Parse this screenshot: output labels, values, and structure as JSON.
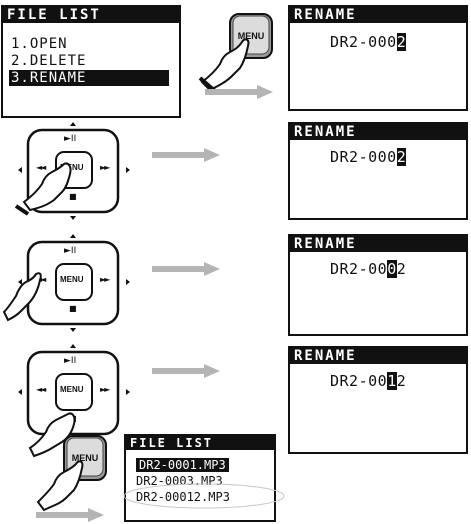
{
  "file_list_panel": {
    "title": "FILE LIST",
    "items": [
      "1.OPEN",
      "2.DELETE",
      "3.RENAME"
    ],
    "selected_index": 2
  },
  "menu_key_label": "MENU",
  "rename_panels": [
    {
      "title": "RENAME",
      "prefix": "DR2-000",
      "cursor": "2",
      "suffix": ""
    },
    {
      "title": "RENAME",
      "prefix": "DR2-000",
      "cursor": "2",
      "suffix": ""
    },
    {
      "title": "RENAME",
      "prefix": "DR2-00",
      "cursor": "0",
      "suffix": "2"
    },
    {
      "title": "RENAME",
      "prefix": "DR2-00",
      "cursor": "1",
      "suffix": "2"
    }
  ],
  "transport_pad": {
    "center_label": "MENU",
    "play_pause_glyph": "►II",
    "rewind_glyph": "◄◄",
    "forward_glyph": "►►",
    "stop_glyph": "■"
  },
  "result_list": {
    "title": "FILE LIST",
    "files": [
      "DR2-0001.MP3",
      "DR2-0003.MP3",
      "DR2-00012.MP3"
    ],
    "selected_index": 0
  },
  "colors": {
    "ink": "#111111",
    "arrow": "#b4b4b4",
    "key_face": "#d8d8d8",
    "screen_bg": "#ffffff"
  }
}
